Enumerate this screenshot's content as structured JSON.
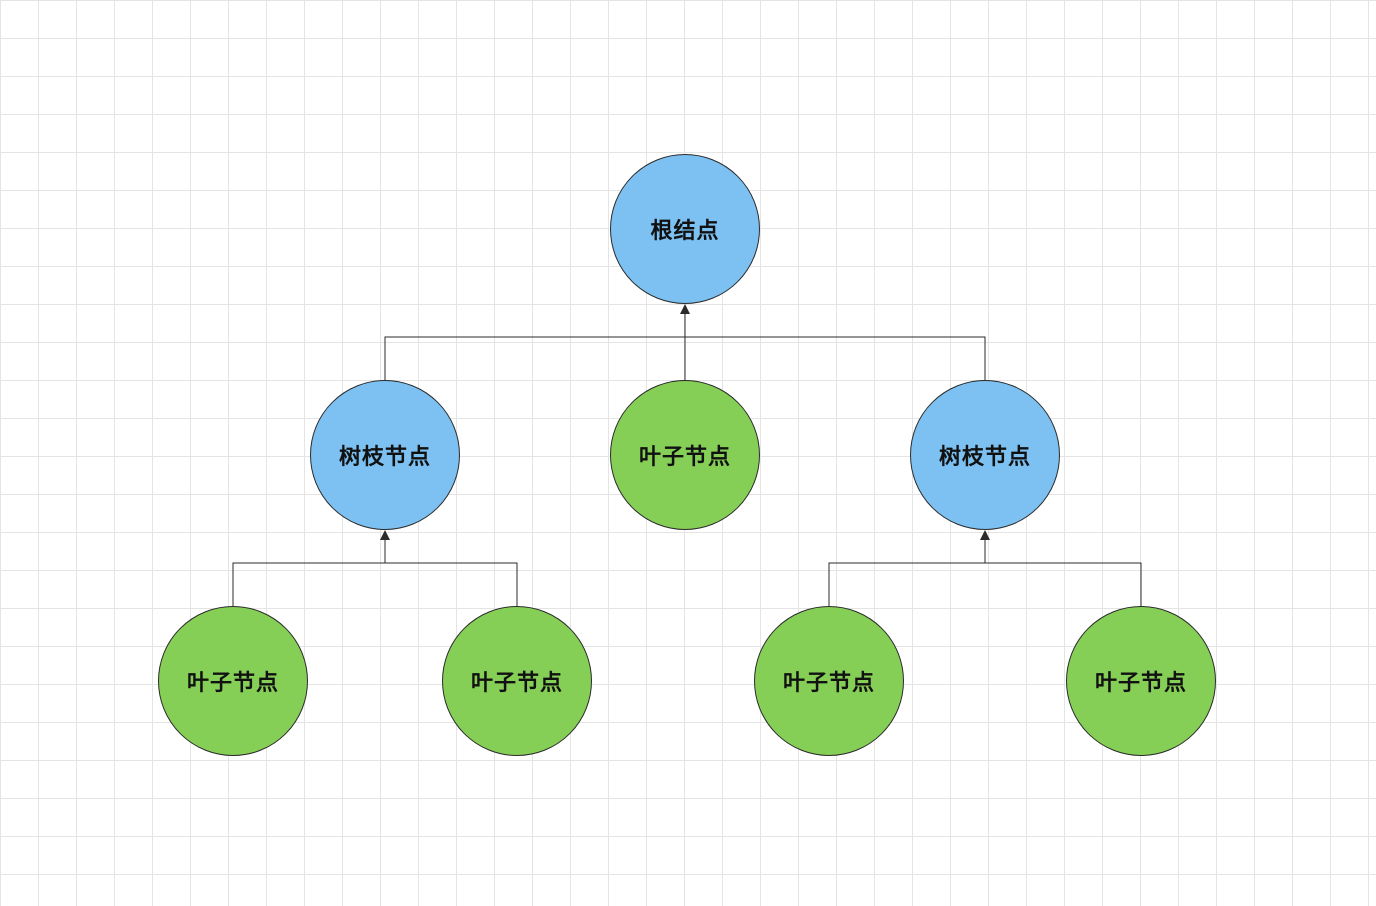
{
  "diagram": {
    "type": "tree",
    "nodes": [
      {
        "id": "root",
        "label": "根结点",
        "kind": "branch",
        "color": "#7cc1f1"
      },
      {
        "id": "b1",
        "label": "树枝节点",
        "kind": "branch",
        "color": "#7cc1f1"
      },
      {
        "id": "l1",
        "label": "叶子节点",
        "kind": "leaf",
        "color": "#86cf57"
      },
      {
        "id": "b2",
        "label": "树枝节点",
        "kind": "branch",
        "color": "#7cc1f1"
      },
      {
        "id": "l2",
        "label": "叶子节点",
        "kind": "leaf",
        "color": "#86cf57"
      },
      {
        "id": "l3",
        "label": "叶子节点",
        "kind": "leaf",
        "color": "#86cf57"
      },
      {
        "id": "l4",
        "label": "叶子节点",
        "kind": "leaf",
        "color": "#86cf57"
      },
      {
        "id": "l5",
        "label": "叶子节点",
        "kind": "leaf",
        "color": "#86cf57"
      }
    ],
    "edges": [
      {
        "from": "b1",
        "to": "root"
      },
      {
        "from": "l1",
        "to": "root"
      },
      {
        "from": "b2",
        "to": "root"
      },
      {
        "from": "l2",
        "to": "b1"
      },
      {
        "from": "l3",
        "to": "b1"
      },
      {
        "from": "l4",
        "to": "b2"
      },
      {
        "from": "l5",
        "to": "b2"
      }
    ]
  },
  "colors": {
    "branch_fill": "#7cc1f1",
    "leaf_fill": "#86cf57",
    "stroke": "#2b2b2b",
    "grid": "#e4e4e4"
  }
}
